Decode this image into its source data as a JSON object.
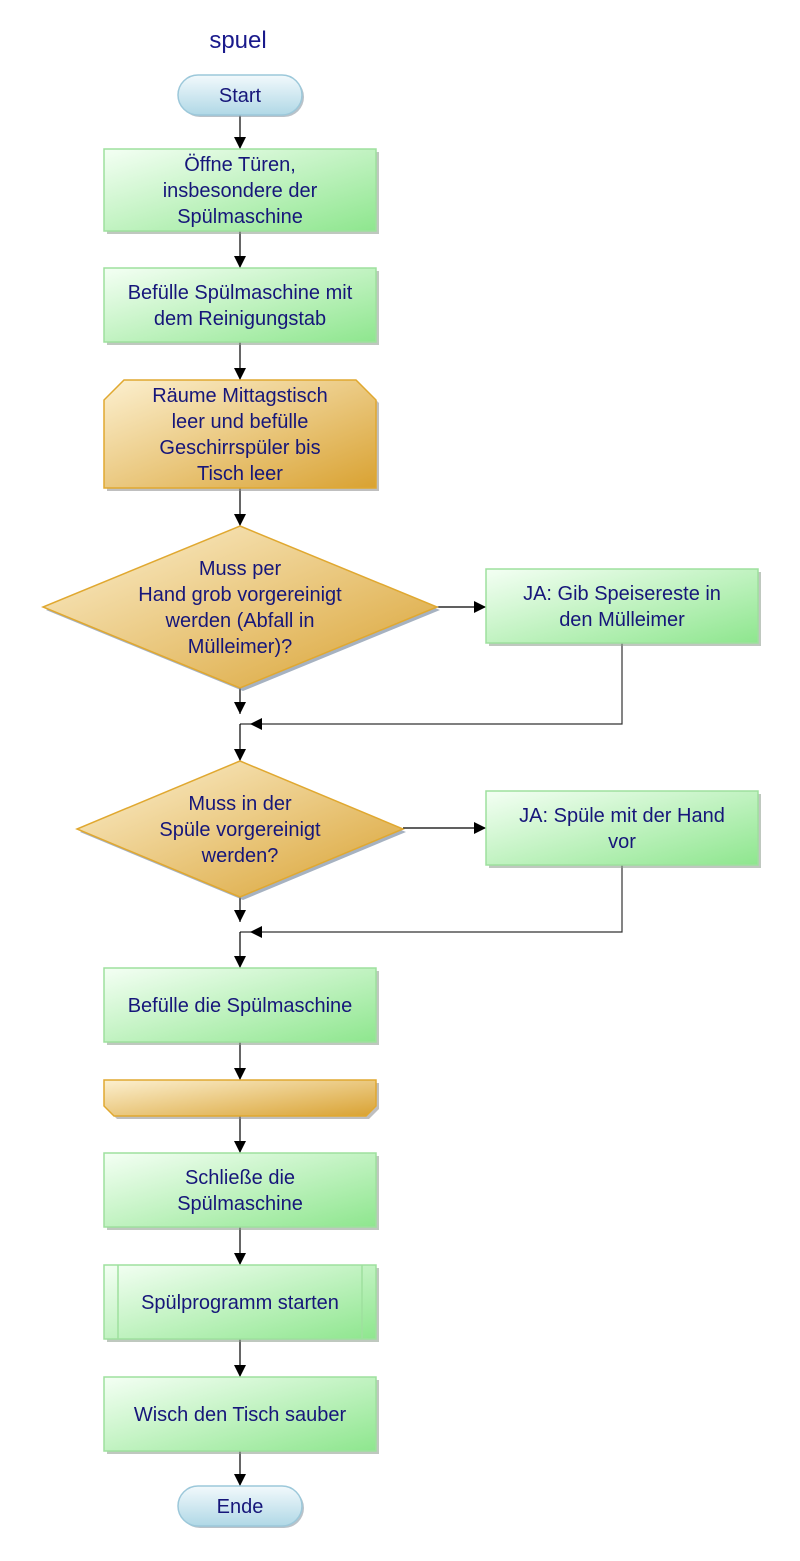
{
  "title": "spuel",
  "nodes": [
    {
      "id": "start",
      "type": "terminator",
      "lines": [
        "Start"
      ]
    },
    {
      "id": "open-doors",
      "type": "process",
      "lines": [
        "Öffne Türen,",
        "insbesondere der",
        "Spülmaschine"
      ]
    },
    {
      "id": "fill-tab",
      "type": "process",
      "lines": [
        "Befülle Spülmaschine mit",
        "dem Reinigungstab"
      ]
    },
    {
      "id": "loop-start",
      "type": "loop-begin",
      "lines": [
        "Räume Mittagstisch",
        "leer und befülle",
        "Geschirrspüler bis",
        "Tisch leer"
      ]
    },
    {
      "id": "decision-1",
      "type": "decision",
      "lines": [
        "Muss per",
        "Hand grob vorgereinigt",
        "werden (Abfall in",
        "Mülleimer)?"
      ]
    },
    {
      "id": "yes-1",
      "type": "process",
      "lines": [
        "JA: Gib Speisereste in",
        "den Mülleimer"
      ]
    },
    {
      "id": "decision-2",
      "type": "decision",
      "lines": [
        "Muss in der",
        "Spüle vorgereinigt",
        "werden?"
      ]
    },
    {
      "id": "yes-2",
      "type": "process",
      "lines": [
        "JA: Spüle mit der Hand",
        "vor"
      ]
    },
    {
      "id": "fill-machine",
      "type": "process",
      "lines": [
        "Befülle die Spülmaschine"
      ]
    },
    {
      "id": "loop-end",
      "type": "loop-end",
      "lines": []
    },
    {
      "id": "close-machine",
      "type": "process",
      "lines": [
        "Schließe die",
        "Spülmaschine"
      ]
    },
    {
      "id": "start-program",
      "type": "subprocess",
      "lines": [
        "Spülprogramm starten"
      ]
    },
    {
      "id": "wipe-table",
      "type": "process",
      "lines": [
        "Wisch den Tisch sauber"
      ]
    },
    {
      "id": "end",
      "type": "terminator",
      "lines": [
        "Ende"
      ]
    }
  ],
  "colors": {
    "text": "#16167a",
    "process_light": "#f0fdf0",
    "process_dark": "#8ee68e",
    "process_border": "#9ee09e",
    "decision_light": "#fbecc8",
    "decision_dark": "#dca83a",
    "decision_border": "#e0a830",
    "terminator_light": "#eef7fb",
    "terminator_dark": "#b5dbe8",
    "terminator_border": "#9cc8da"
  }
}
